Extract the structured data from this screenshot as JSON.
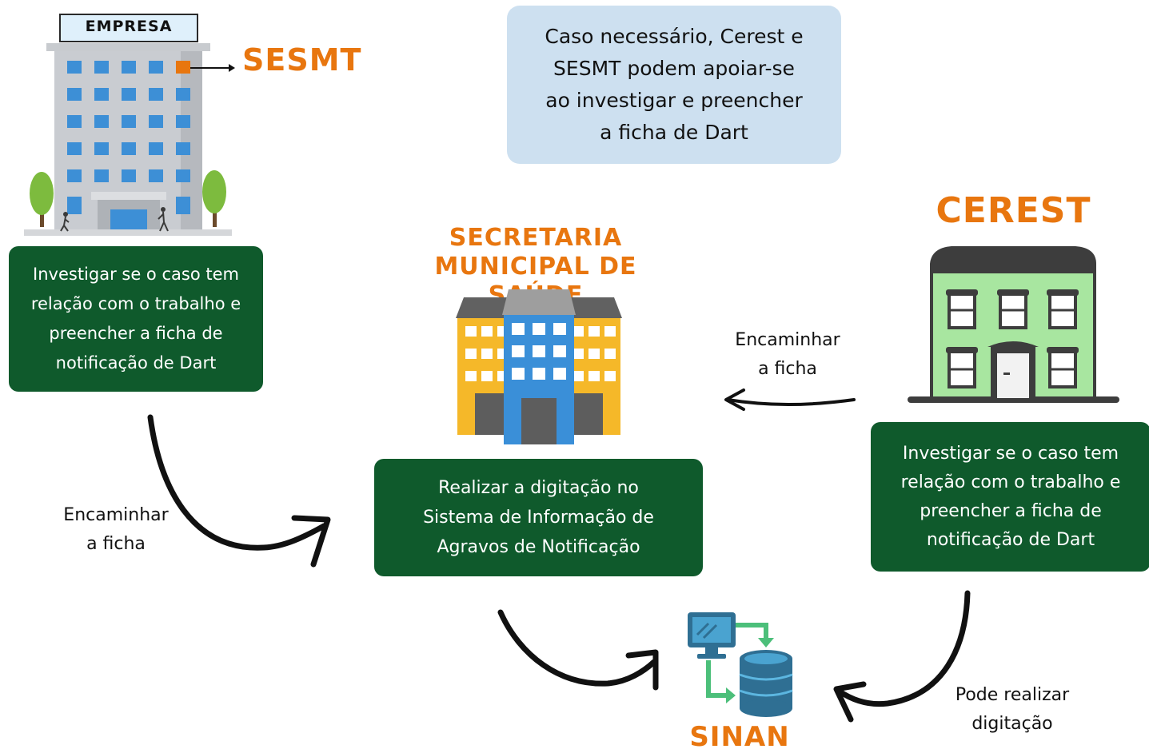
{
  "empresa": {
    "sign": "EMPRESA",
    "sesmt_label": "SESMT",
    "box_text": "Investigar se o caso tem\nrelação com o trabalho e\npreencher a ficha de\nnotificação de Dart"
  },
  "info_note": "Caso necessário, Cerest e\nSESMT podem apoiar-se\nao investigar e preencher\na ficha de Dart",
  "secretaria": {
    "title": "SECRETARIA\nMUNICIPAL DE SAÚDE",
    "box_text": "Realizar a digitação no\nSistema de Informação de\nAgravos de Notificação"
  },
  "cerest": {
    "title": "CEREST",
    "box_text": "Investigar se o caso tem\nrelação com o trabalho e\npreencher a ficha de\nnotificação de Dart"
  },
  "sinan": {
    "title": "SINAN"
  },
  "arrow_labels": {
    "empresa_to_secretaria": "Encaminhar\na ficha",
    "cerest_to_secretaria": "Encaminhar\na ficha",
    "cerest_to_sinan": "Pode realizar\ndigitação"
  },
  "colors": {
    "accent_orange": "#e8760f",
    "box_green": "#0f5a2c",
    "info_blue": "#cde0f0"
  },
  "icons": [
    "company-building-icon",
    "health-department-building-icon",
    "cerest-building-icon",
    "computer-database-icon"
  ]
}
